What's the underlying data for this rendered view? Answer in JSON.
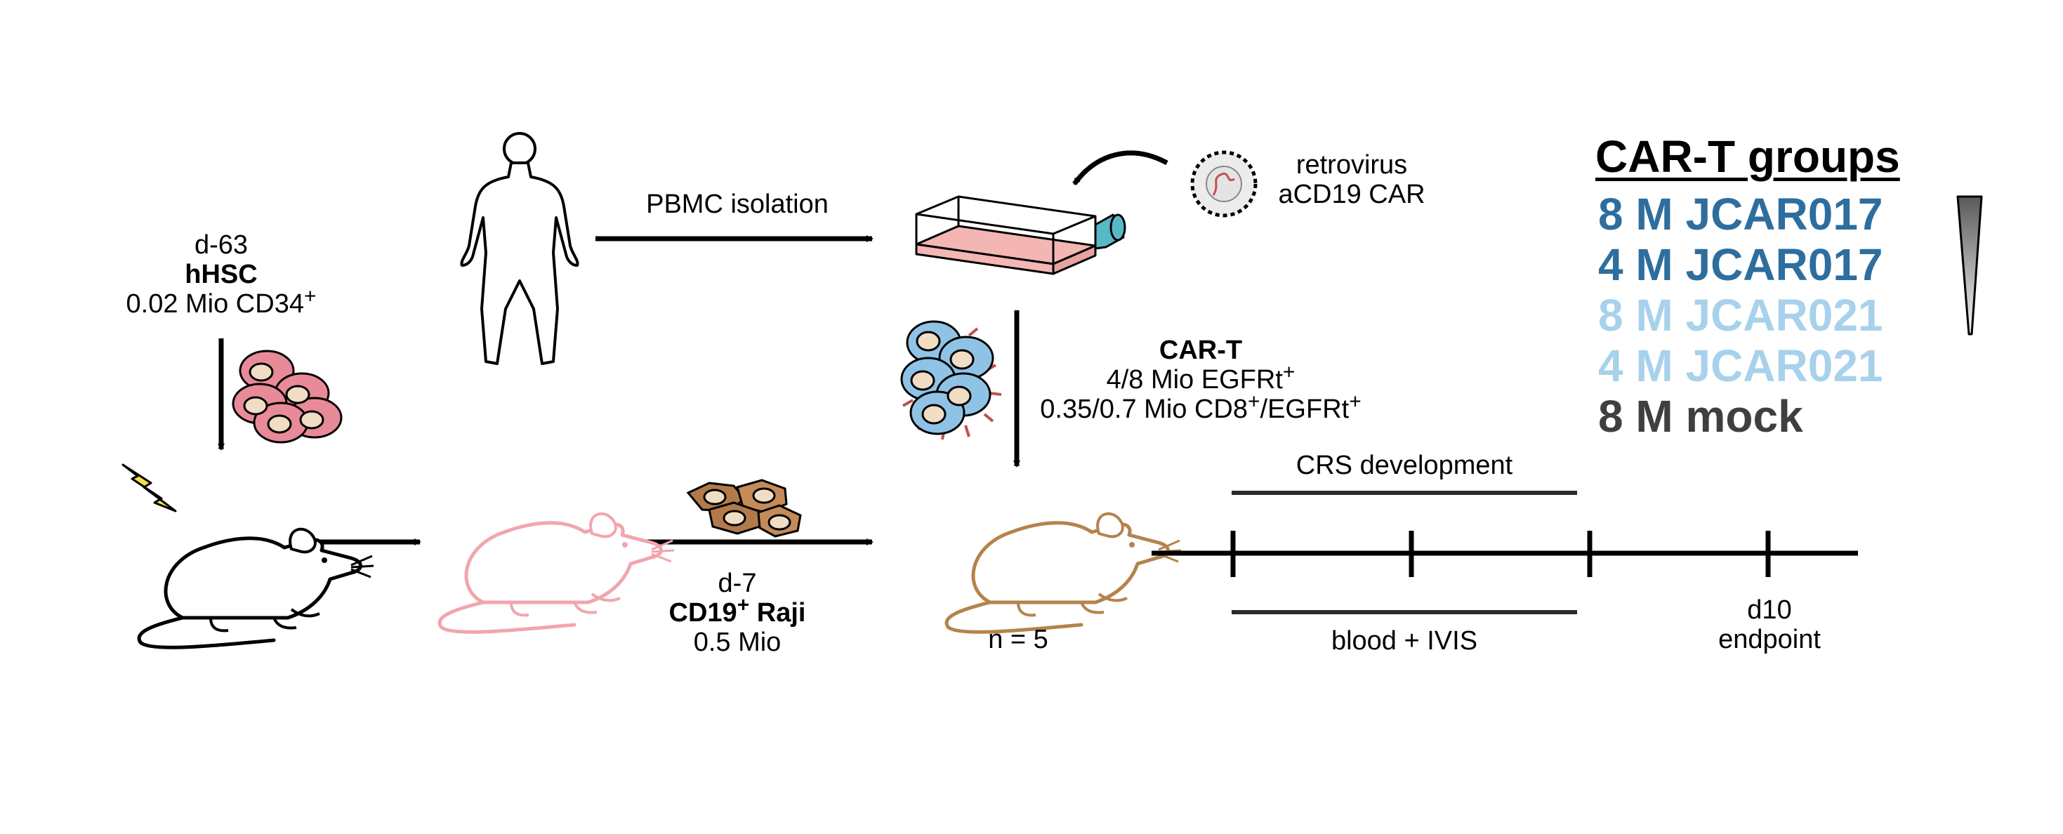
{
  "colors": {
    "dark_blue": "#2e6e9e",
    "light_blue": "#a8d1ec",
    "mock_gray": "#3f3f3f",
    "pink_mouse": "#f2a5ad",
    "brown_mouse": "#b5834b",
    "flask_pink": "#f4b6b3",
    "flask_cap": "#58b9c6",
    "hsc_pink": "#e98a99",
    "cart_blue": "#8fc3e6",
    "raji_brown": "#b27a4a",
    "lightning": "#f2e14c"
  },
  "labels": {
    "pbmc_isolation": "PBMC isolation",
    "retrovirus_line1": "retrovirus",
    "retrovirus_line2": "aCD19 CAR",
    "hsc_day": "d-63",
    "hsc_name": "hHSC",
    "hsc_dose": "0.02 Mio CD34",
    "hsc_dose_sup": "+",
    "cart_title": "CAR-T",
    "cart_dose1": "4/8 Mio EGFRt",
    "cart_dose1_sup": "+",
    "cart_dose2_a": "0.35/0.7 Mio CD8",
    "cart_dose2_sup1": "+",
    "cart_dose2_b": "/EGFRt",
    "cart_dose2_sup2": "+",
    "raji_day": "d-7",
    "raji_name_a": "CD19",
    "raji_name_sup": "+",
    "raji_name_b": " Raji",
    "raji_dose": "0.5 Mio",
    "n": "n = 5",
    "crs": "CRS development",
    "blood": "blood + IVIS",
    "endpoint_day": "d10",
    "endpoint": "endpoint"
  },
  "legend": {
    "title": "CAR-T groups",
    "groups": [
      {
        "label": "8 M JCAR017",
        "color": "#2e6e9e"
      },
      {
        "label": "4 M JCAR017",
        "color": "#2e6e9e"
      },
      {
        "label": "8 M JCAR021",
        "color": "#a8d1ec"
      },
      {
        "label": "4 M JCAR021",
        "color": "#a8d1ec"
      },
      {
        "label": "8 M mock",
        "color": "#3f3f3f"
      }
    ]
  }
}
